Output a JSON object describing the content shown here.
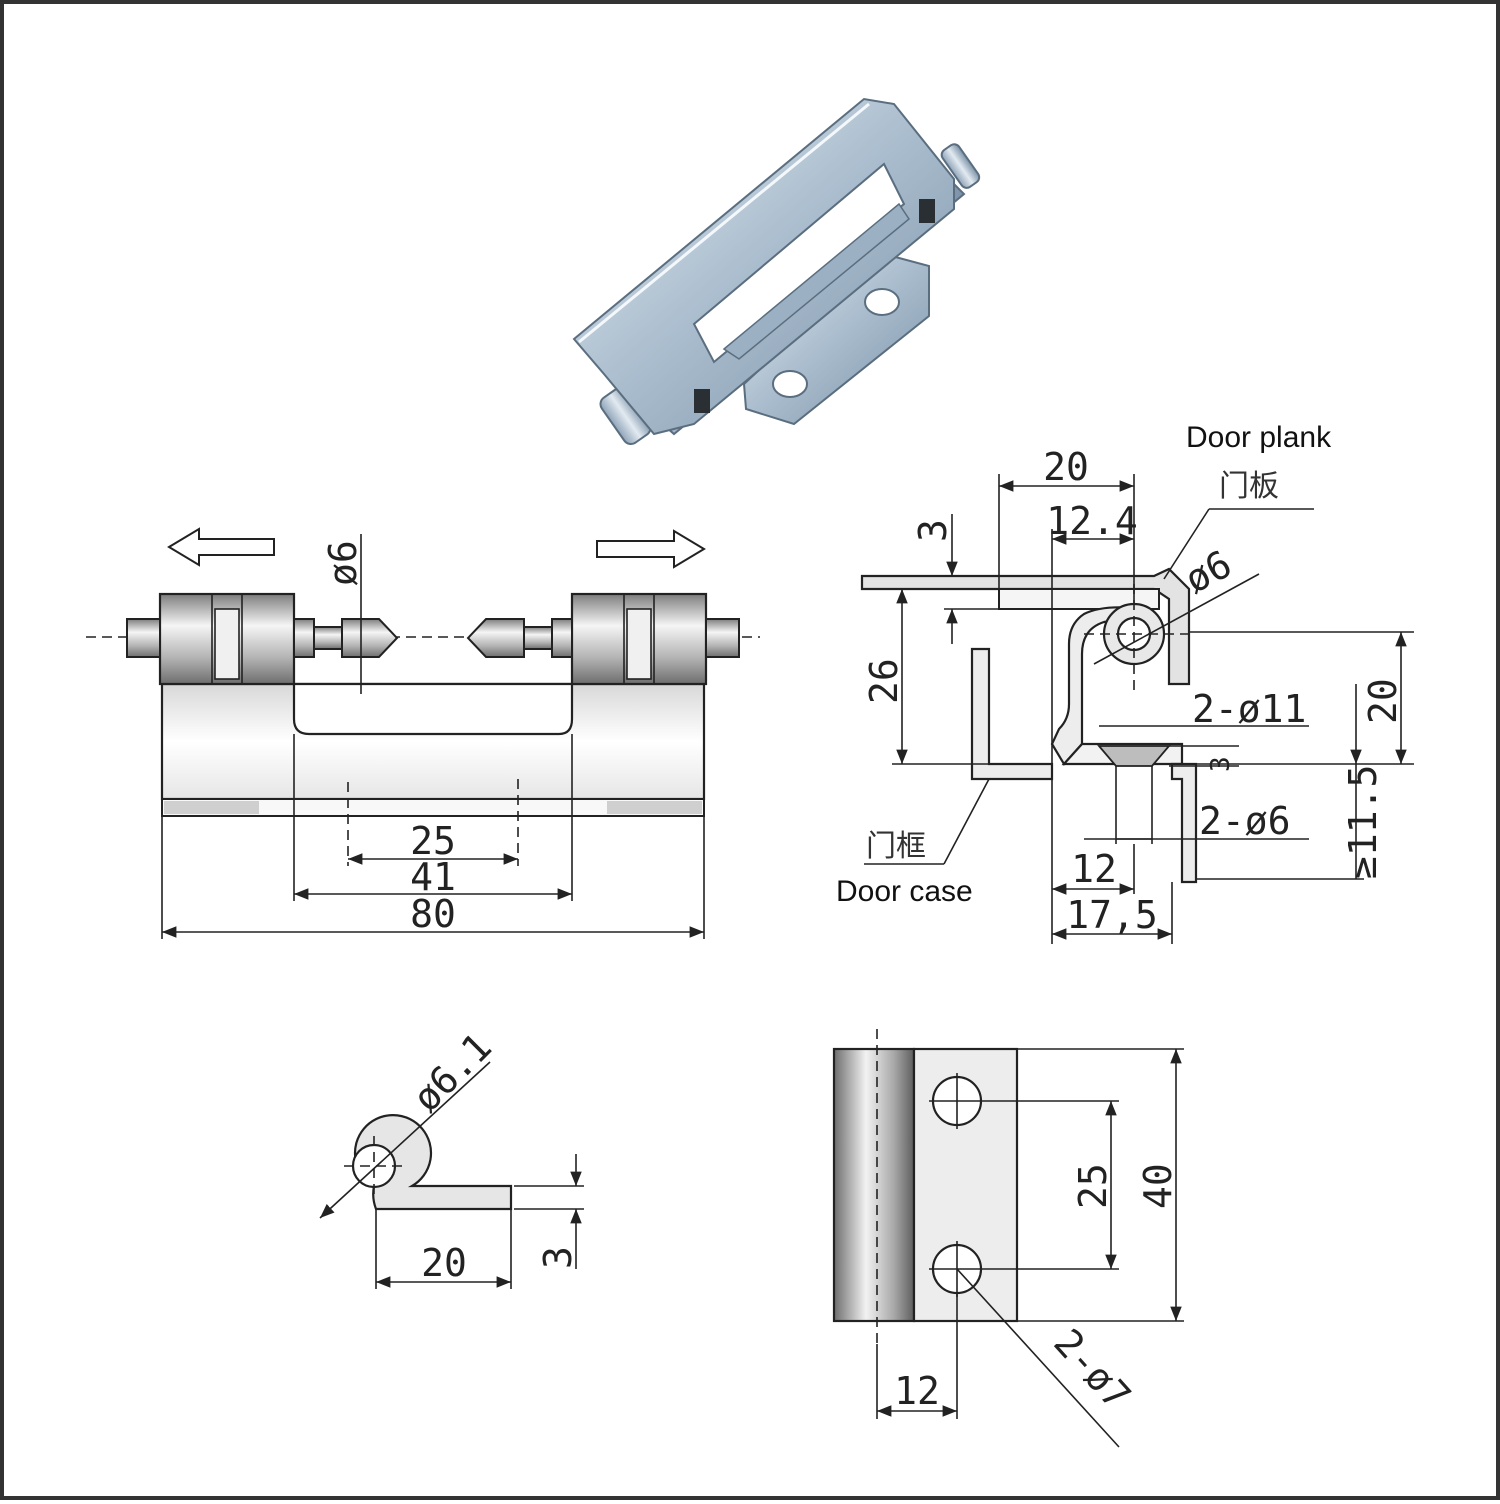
{
  "colors": {
    "line": "#222222",
    "metal_light": "#f2f2f2",
    "metal_mid": "#c9c9c9",
    "metal_dark": "#8c8c8c",
    "photo_steel": "#b7c7d6"
  },
  "product_photo": {
    "name": "concealed-hinge-photo"
  },
  "front_view": {
    "pin_diameter": "ø6",
    "dimensions": {
      "hole_spacing": "25",
      "inner_width": "41",
      "overall_length": "80"
    },
    "arrows": [
      "left-arrow",
      "right-arrow"
    ]
  },
  "side_view": {
    "label_door_plank": "Door plank",
    "label_door_plank_cn": "门板",
    "label_door_case": "Door case",
    "label_door_case_cn": "门框",
    "dimensions": {
      "top_width": "20",
      "pin_offset": "12.4",
      "plate_thickness": "3",
      "pin_diameter": "ø6",
      "height": "26",
      "right_height": "20",
      "countersink": "2-ø11",
      "countersink_depth": "3",
      "hole": "2-ø6",
      "min_gap": "≥11.5",
      "hole_offset": "12",
      "base_width": "17,5"
    }
  },
  "leaf_section": {
    "diameter": "ø6.1",
    "length": "20",
    "thickness": "3"
  },
  "plate_view": {
    "hole_spacing": "25",
    "height": "40",
    "hole_offset": "12",
    "holes": "2-ø7"
  }
}
